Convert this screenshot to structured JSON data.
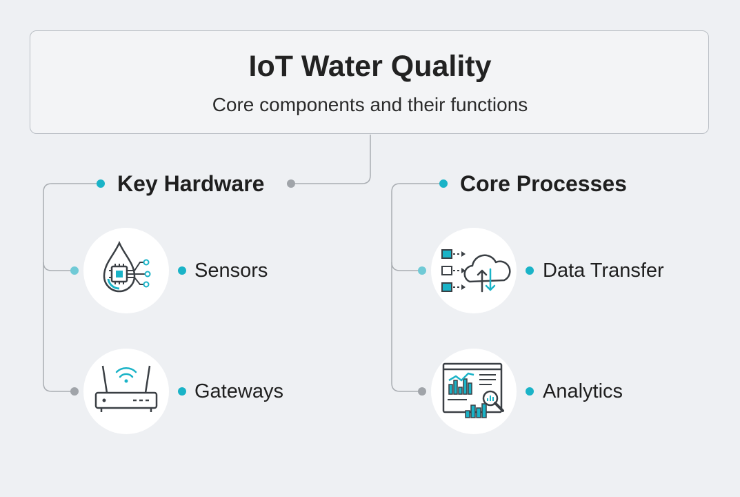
{
  "header": {
    "title": "IoT Water Quality",
    "subtitle": "Core components and their functions"
  },
  "sections": [
    {
      "heading": "Key Hardware",
      "items": [
        {
          "label": "Sensors",
          "icon": "water-drop-chip-icon"
        },
        {
          "label": "Gateways",
          "icon": "wifi-router-icon"
        }
      ]
    },
    {
      "heading": "Core Processes",
      "items": [
        {
          "label": "Data Transfer",
          "icon": "cloud-data-transfer-icon"
        },
        {
          "label": "Analytics",
          "icon": "analytics-dashboard-icon"
        }
      ]
    }
  ],
  "colors": {
    "accent": "#1ab3c7",
    "connector": "#a0a4a9",
    "icon_stroke": "#3a3f44"
  }
}
